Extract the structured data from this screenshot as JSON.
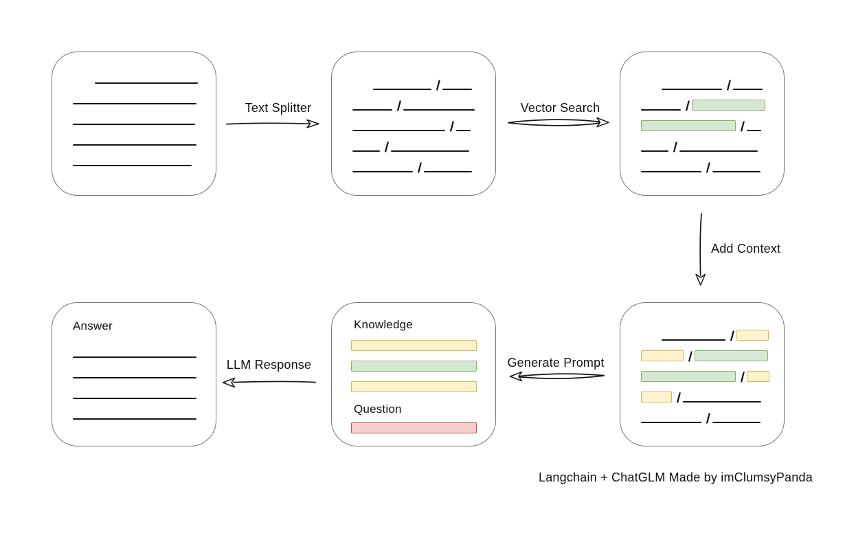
{
  "diagram": {
    "footer": "Langchain + ChatGLM Made by imClumsyPanda",
    "colors": {
      "green_fill": "#d5e8d4",
      "green_border": "#82b366",
      "yellow_fill": "#fff2cc",
      "yellow_border": "#d6b656",
      "red_fill": "#f8cecc",
      "red_border": "#b85450",
      "box_border": "#777777",
      "stroke": "#161616"
    },
    "arrows": {
      "text_splitter": {
        "label": "Text Splitter"
      },
      "vector_search": {
        "label": "Vector Search"
      },
      "add_context": {
        "label": "Add Context"
      },
      "generate_prompt": {
        "label": "Generate Prompt"
      },
      "llm_response": {
        "label": "LLM Response"
      }
    },
    "boxes": {
      "document": {
        "rows": [
          [
            {
              "t": "sp",
              "w": 32
            },
            {
              "t": "line",
              "w": 150
            }
          ],
          [
            {
              "t": "line",
              "w": 180
            }
          ],
          [
            {
              "t": "line",
              "w": 178
            }
          ],
          [
            {
              "t": "line",
              "w": 180
            }
          ],
          [
            {
              "t": "line",
              "w": 173
            }
          ]
        ]
      },
      "chunks": {
        "rows": [
          [
            {
              "t": "sp",
              "w": 30
            },
            {
              "t": "line",
              "w": 85
            },
            {
              "t": "slash"
            },
            {
              "t": "line",
              "w": 43
            }
          ],
          [
            {
              "t": "line",
              "w": 58
            },
            {
              "t": "slash"
            },
            {
              "t": "line",
              "w": 104
            }
          ],
          [
            {
              "t": "line",
              "w": 135
            },
            {
              "t": "slash"
            },
            {
              "t": "line",
              "w": 21
            }
          ],
          [
            {
              "t": "line",
              "w": 40
            },
            {
              "t": "slash"
            },
            {
              "t": "line",
              "w": 114
            }
          ],
          [
            {
              "t": "line",
              "w": 88
            },
            {
              "t": "slash"
            },
            {
              "t": "line",
              "w": 70
            }
          ]
        ]
      },
      "matched": {
        "rows": [
          [
            {
              "t": "sp",
              "w": 30
            },
            {
              "t": "line",
              "w": 88
            },
            {
              "t": "slash"
            },
            {
              "t": "line",
              "w": 43
            }
          ],
          [
            {
              "t": "line",
              "w": 58
            },
            {
              "t": "slash"
            },
            {
              "t": "green",
              "w": 107
            }
          ],
          [
            {
              "t": "green",
              "w": 138
            },
            {
              "t": "slash"
            },
            {
              "t": "line",
              "w": 21
            }
          ],
          [
            {
              "t": "line",
              "w": 40
            },
            {
              "t": "slash"
            },
            {
              "t": "line",
              "w": 114
            }
          ],
          [
            {
              "t": "line",
              "w": 88
            },
            {
              "t": "slash"
            },
            {
              "t": "line",
              "w": 70
            }
          ]
        ]
      },
      "context": {
        "rows": [
          [
            {
              "t": "sp",
              "w": 30
            },
            {
              "t": "line",
              "w": 93
            },
            {
              "t": "slash"
            },
            {
              "t": "yellow",
              "w": 47
            }
          ],
          [
            {
              "t": "yellow",
              "w": 62
            },
            {
              "t": "slash"
            },
            {
              "t": "green",
              "w": 107
            }
          ],
          [
            {
              "t": "green",
              "w": 138
            },
            {
              "t": "slash"
            },
            {
              "t": "yellow",
              "w": 33
            }
          ],
          [
            {
              "t": "yellow",
              "w": 45
            },
            {
              "t": "slash"
            },
            {
              "t": "line",
              "w": 114
            }
          ],
          [
            {
              "t": "line",
              "w": 88
            },
            {
              "t": "slash"
            },
            {
              "t": "line",
              "w": 70
            }
          ]
        ]
      },
      "prompt": {
        "knowledge_label": "Knowledge",
        "question_label": "Question",
        "knowledge_bars": [
          "yellow",
          "green",
          "yellow"
        ],
        "question_bar": "red"
      },
      "answer": {
        "label": "Answer",
        "rows": [
          [
            {
              "t": "line",
              "w": 180
            }
          ],
          [
            {
              "t": "line",
              "w": 180
            }
          ],
          [
            {
              "t": "line",
              "w": 180
            }
          ],
          [
            {
              "t": "line",
              "w": 180
            }
          ]
        ]
      }
    }
  }
}
